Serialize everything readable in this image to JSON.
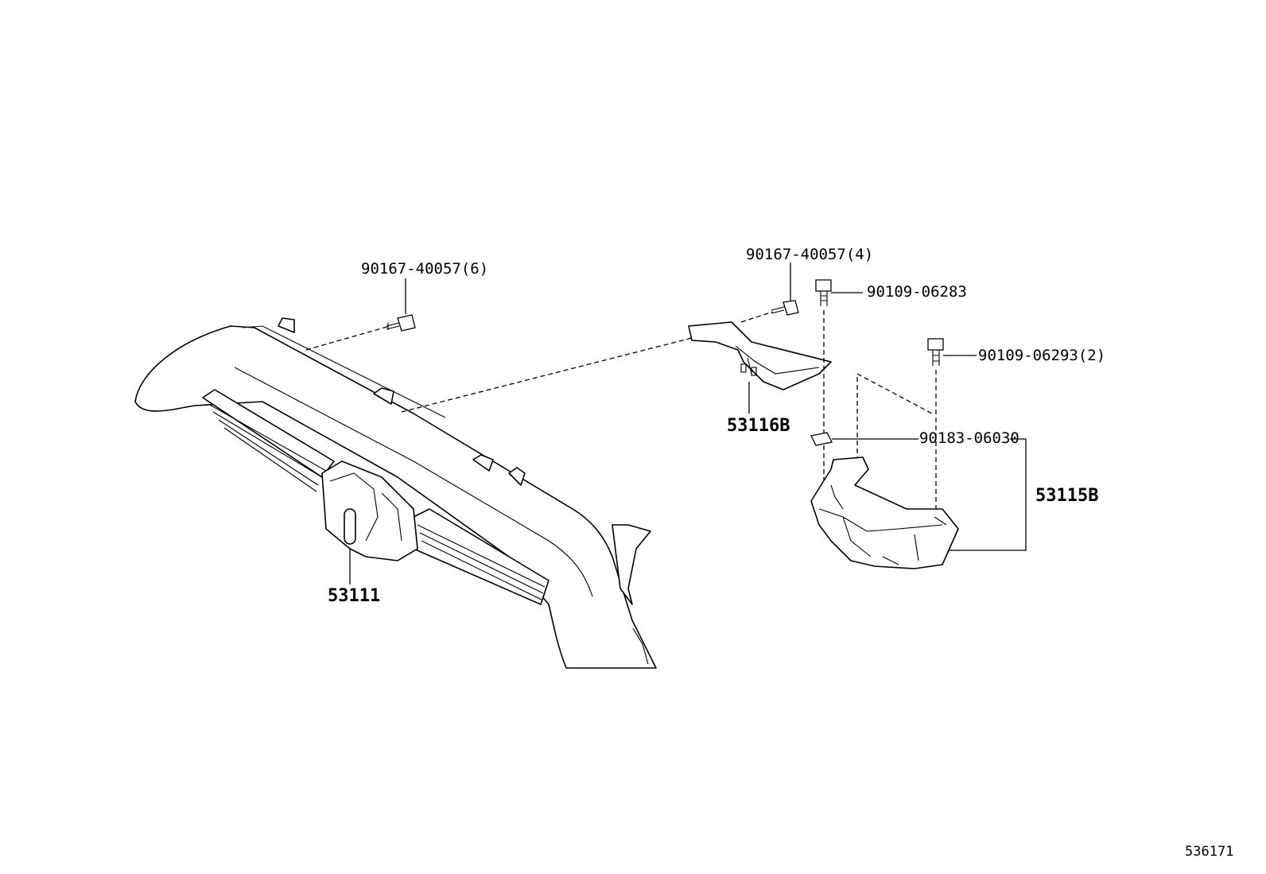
{
  "parts": {
    "bolt_left": "90167-40057(6)",
    "bolt_center": "90167-40057(4)",
    "bolt_a": "90109-06283",
    "bolt_b": "90109-06293(2)",
    "nut": "90183-06030",
    "grille": "53111",
    "bracket_upper": "53116B",
    "bracket_lower": "53115B"
  },
  "diagram_id": "536171"
}
